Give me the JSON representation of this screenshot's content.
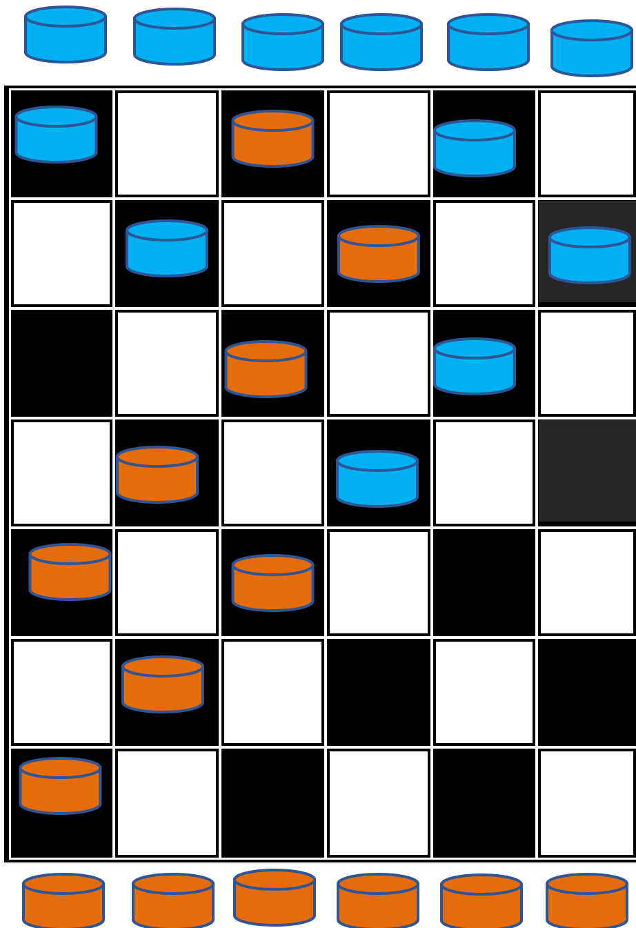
{
  "game": {
    "board": {
      "rows": 7,
      "cols": 6,
      "squares": [
        [
          "dark",
          "light",
          "dark",
          "light",
          "dark",
          "light"
        ],
        [
          "light",
          "dark",
          "light",
          "dark",
          "light",
          "highlight"
        ],
        [
          "dark",
          "light",
          "dark",
          "light",
          "dark",
          "light"
        ],
        [
          "light",
          "dark",
          "light",
          "dark",
          "light",
          "highlight"
        ],
        [
          "dark",
          "light",
          "dark",
          "light",
          "dark",
          "light"
        ],
        [
          "light",
          "dark",
          "light",
          "dark",
          "light",
          "dark"
        ],
        [
          "dark",
          "light",
          "dark",
          "light",
          "dark",
          "light"
        ]
      ],
      "colors": {
        "dark": "#000000",
        "light": "#ffffff",
        "highlight": "#262626",
        "frame": "#000000"
      }
    },
    "pieces": [
      {
        "row": 0,
        "col": 0,
        "player": "blue"
      },
      {
        "row": 0,
        "col": 2,
        "player": "orange"
      },
      {
        "row": 0,
        "col": 4,
        "player": "blue"
      },
      {
        "row": 1,
        "col": 1,
        "player": "blue"
      },
      {
        "row": 1,
        "col": 3,
        "player": "orange"
      },
      {
        "row": 1,
        "col": 5,
        "player": "blue"
      },
      {
        "row": 2,
        "col": 2,
        "player": "orange"
      },
      {
        "row": 2,
        "col": 4,
        "player": "blue"
      },
      {
        "row": 3,
        "col": 1,
        "player": "orange"
      },
      {
        "row": 3,
        "col": 3,
        "player": "blue"
      },
      {
        "row": 4,
        "col": 0,
        "player": "orange"
      },
      {
        "row": 4,
        "col": 2,
        "player": "orange"
      },
      {
        "row": 5,
        "col": 1,
        "player": "orange"
      },
      {
        "row": 6,
        "col": 0,
        "player": "orange"
      }
    ],
    "reserve_top": {
      "player": "blue",
      "count": 6
    },
    "reserve_bottom": {
      "player": "orange",
      "count": 6
    },
    "players": {
      "blue": {
        "fill": "#00b0f0",
        "stroke": "#2f5597",
        "icon": "blue-disc-icon"
      },
      "orange": {
        "fill": "#e46c0a",
        "stroke": "#2f5597",
        "icon": "orange-disc-icon"
      }
    }
  }
}
